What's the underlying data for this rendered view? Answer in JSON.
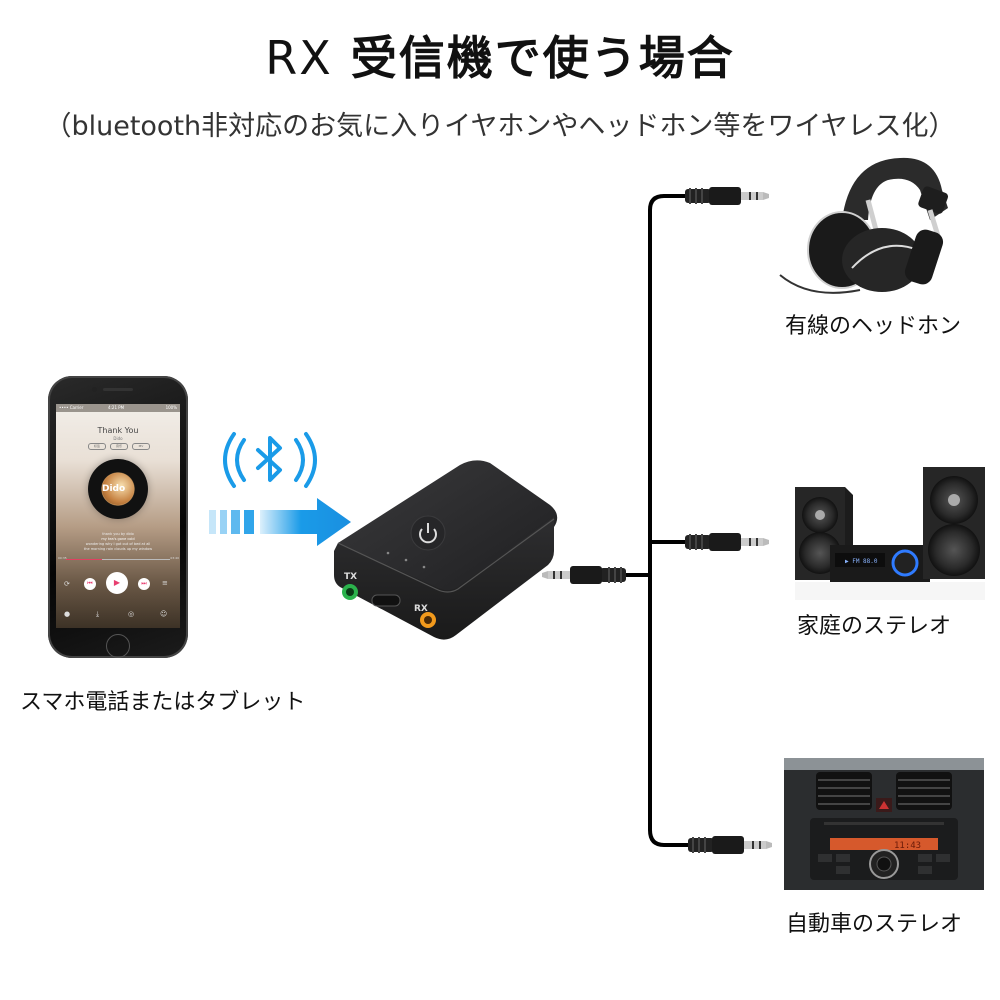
{
  "title": {
    "prefix": "RX",
    "text": "受信機で使う場合"
  },
  "subtitle": "（bluetooth非対応のお気に入りイヤホンやヘッドホン等をワイヤレス化）",
  "source": {
    "label": "スマホ電話またはタブレット",
    "phone_screen": {
      "status_left": "•••• Carrier",
      "status_time": "4:21 PM",
      "status_right": "100%",
      "song_title": "Thank You",
      "artist": "Dido",
      "pills": [
        "标签",
        "音乐",
        "MV"
      ],
      "album_text": "Dido",
      "lyrics": [
        "thank you by dido",
        "my tea's gone cold",
        "wondering why I got out of bed at all",
        "the morning rain clouds up my window"
      ],
      "time_elapsed": "00:35",
      "time_total": "03:40",
      "progress_fraction": 0.35
    }
  },
  "wireless": {
    "icon": "bluetooth-icon",
    "arrow": "arrow-right-icon",
    "color": "#1a9be8"
  },
  "device": {
    "port_tx_label": "TX",
    "port_rx_label": "RX",
    "tx_color": "#2bb24c",
    "rx_color": "#f29a1c",
    "power_icon": "power-icon"
  },
  "outputs": [
    {
      "id": "headphones",
      "label": "有線のヘッドホン"
    },
    {
      "id": "home-stereo",
      "label": "家庭のステレオ"
    },
    {
      "id": "car-stereo",
      "label": "自動車のステレオ",
      "display": "11:43"
    }
  ]
}
